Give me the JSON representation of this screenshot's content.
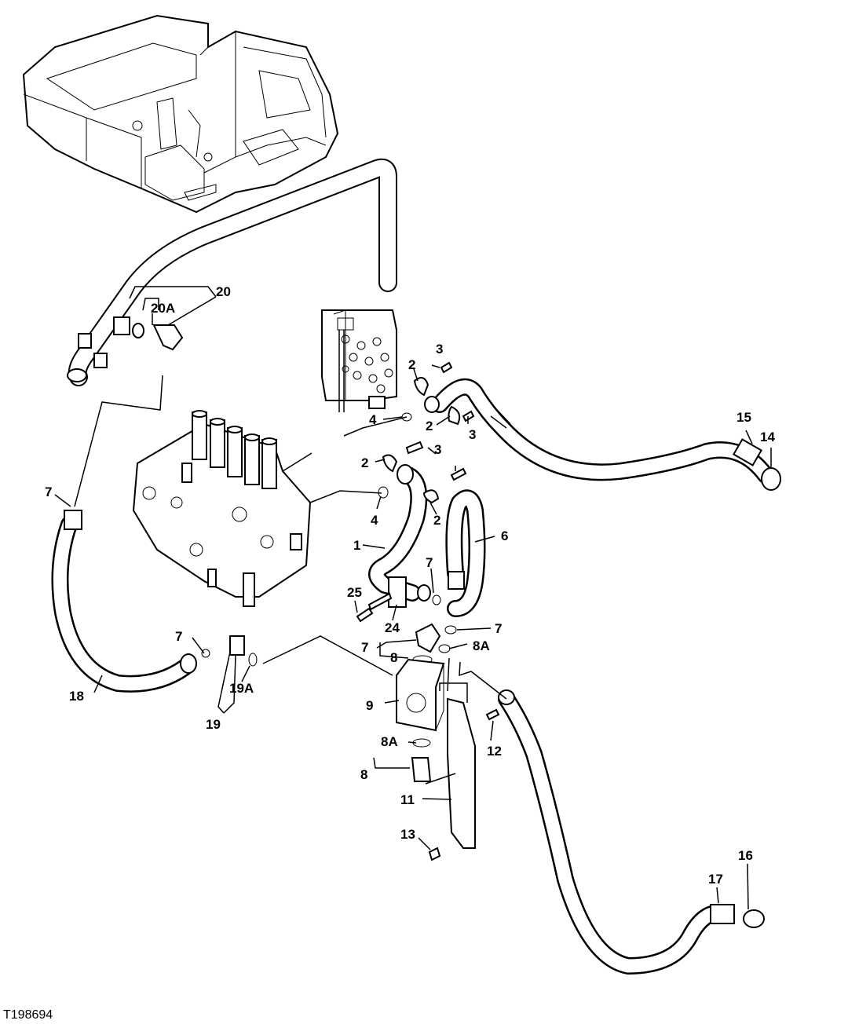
{
  "figure_id": "T198694",
  "callouts": [
    {
      "id": "c20",
      "text": "20"
    },
    {
      "id": "c20a",
      "text": "20A"
    },
    {
      "id": "c3a",
      "text": "3"
    },
    {
      "id": "c2a",
      "text": "2"
    },
    {
      "id": "c4a",
      "text": "4"
    },
    {
      "id": "c2b",
      "text": "2"
    },
    {
      "id": "c3b",
      "text": "3"
    },
    {
      "id": "c15",
      "text": "15"
    },
    {
      "id": "c14",
      "text": "14"
    },
    {
      "id": "c2c",
      "text": "2"
    },
    {
      "id": "c3c",
      "text": "3"
    },
    {
      "id": "c4b",
      "text": "4"
    },
    {
      "id": "c2d",
      "text": "2"
    },
    {
      "id": "c7a",
      "text": "7"
    },
    {
      "id": "c1",
      "text": "1"
    },
    {
      "id": "c6",
      "text": "6"
    },
    {
      "id": "c7b",
      "text": "7"
    },
    {
      "id": "c25",
      "text": "25"
    },
    {
      "id": "c24",
      "text": "24"
    },
    {
      "id": "c7c",
      "text": "7"
    },
    {
      "id": "c7d",
      "text": "7"
    },
    {
      "id": "c8a",
      "text": "8"
    },
    {
      "id": "c8aa",
      "text": "8A"
    },
    {
      "id": "c7e",
      "text": "7"
    },
    {
      "id": "c18",
      "text": "18"
    },
    {
      "id": "c19a",
      "text": "19A"
    },
    {
      "id": "c19",
      "text": "19"
    },
    {
      "id": "c9",
      "text": "9"
    },
    {
      "id": "c12",
      "text": "12"
    },
    {
      "id": "c8ab",
      "text": "8A"
    },
    {
      "id": "c8b",
      "text": "8"
    },
    {
      "id": "c11",
      "text": "11"
    },
    {
      "id": "c13",
      "text": "13"
    },
    {
      "id": "c17",
      "text": "17"
    },
    {
      "id": "c16",
      "text": "16"
    }
  ]
}
